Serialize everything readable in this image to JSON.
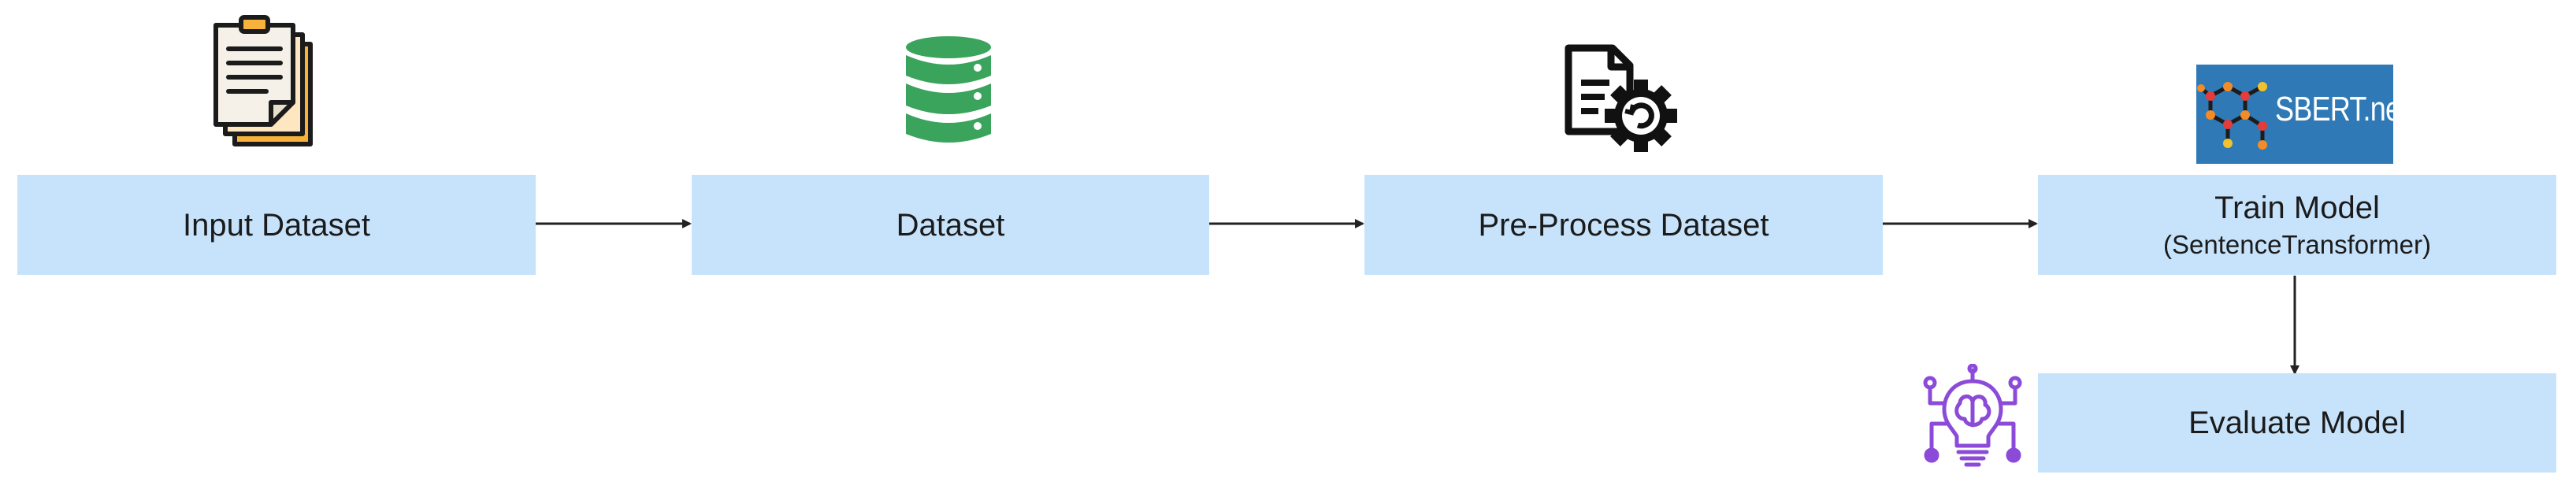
{
  "nodes": {
    "input_dataset": {
      "label": "Input Dataset",
      "icon": "clipboard-document-icon"
    },
    "dataset": {
      "label": "Dataset",
      "icon": "database-icon"
    },
    "preprocess": {
      "label": "Pre-Process Dataset",
      "icon": "document-gear-icon"
    },
    "train": {
      "label": "Train Model",
      "sublabel": "(SentenceTransformer)",
      "icon": "sbert-logo"
    },
    "evaluate": {
      "label": "Evaluate Model",
      "icon": "lightbulb-brain-icon"
    }
  },
  "logo": {
    "text": "SBERT.net"
  },
  "edges": [
    {
      "from": "Input Dataset",
      "to": "Dataset"
    },
    {
      "from": "Dataset",
      "to": "Pre-Process Dataset"
    },
    {
      "from": "Pre-Process Dataset",
      "to": "Train Model"
    },
    {
      "from": "Train Model",
      "to": "Evaluate Model"
    }
  ],
  "colors": {
    "box_fill": "#c7e3fb",
    "arrow": "#222222",
    "database": "#3aa35c",
    "logo_bg": "#2f7ab6",
    "bulb": "#8b4bd8"
  }
}
